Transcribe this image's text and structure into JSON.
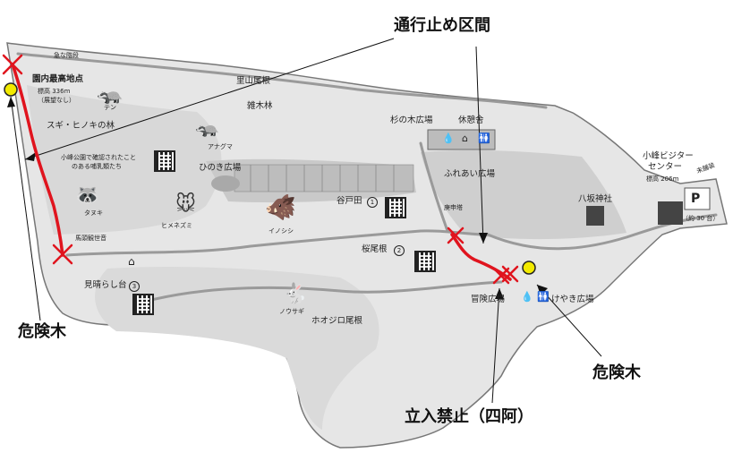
{
  "callouts": {
    "closed_section": "通行止め区間",
    "danger_tree_left": "危険木",
    "danger_tree_right": "危険木",
    "no_entry": "立入禁止（四阿）"
  },
  "map_labels": {
    "steep_stairs": "急な階段",
    "highest_point_title": "園内最高地点",
    "highest_point_elev": "標高 336m",
    "highest_point_note": "（展望なし）",
    "ten": "テン",
    "forest_cedar": "スギ・ヒノキの林",
    "mammals_note_1": "小峰公園で確認されたこと",
    "mammals_note_2": "のある哺乳類たち",
    "satoyama_ridge": "里山尾根",
    "mixed_forest": "雑木林",
    "anaguma": "アナグマ",
    "hinoki_square": "ひのき広場",
    "cedar_square": "杉の木広場",
    "rest_house": "休憩舎",
    "fureai_square": "ふれあい広場",
    "tanuki": "タヌキ",
    "himenezumi": "ヒメネズミ",
    "inoshishi": "イノシシ",
    "yatoda": "谷戸田",
    "koshinto": "庚申塔",
    "yasaka_shrine": "八坂神社",
    "bato_kannon": "馬頭観世音",
    "sakura_ridge": "桜尾根",
    "miharashi": "見晴らし台",
    "nousagi": "ノウサギ",
    "hoojiro_ridge": "ホオジロ尾根",
    "adventure_square": "冒険広場",
    "keyaki_square": "けやき広場",
    "visitor_center_1": "小峰ビジター",
    "visitor_center_2": "センター",
    "visitor_center_elev": "標高 206m",
    "unpaved_road": "未舗装",
    "parking": "P",
    "parking_capacity": "（約 30 台）",
    "num_1": "1",
    "num_2": "2",
    "num_3": "3"
  },
  "colors": {
    "route_closed": "#e0141e",
    "cross_mark": "#e0141e",
    "danger_dot": "#f2ea00",
    "park_fill": "#e6e6e6",
    "park_edge": "#777777",
    "trail": "#9a9a9a"
  },
  "icons": {
    "toilet": "toilet-icon",
    "house": "rest-house-icon",
    "water": "water-icon",
    "shrine": "shrine-icon"
  }
}
